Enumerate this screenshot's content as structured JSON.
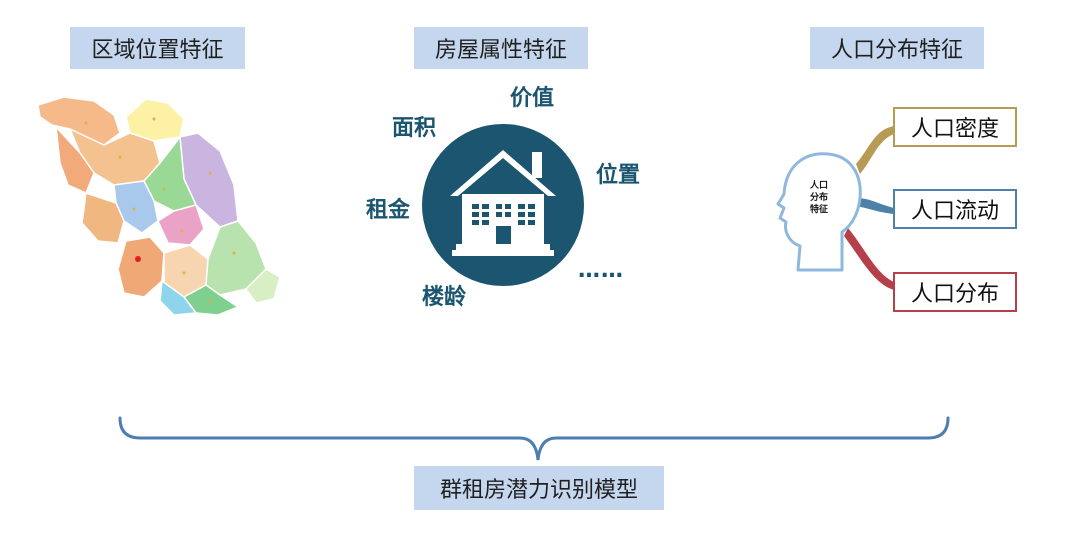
{
  "headers": {
    "region": "区域位置特征",
    "house": "房屋属性特征",
    "population": "人口分布特征"
  },
  "house_attributes": {
    "value": "价值",
    "area": "面积",
    "location": "位置",
    "rent": "租金",
    "age": "楼龄",
    "more": "……"
  },
  "population": {
    "head_label_lines": [
      "人口",
      "分布",
      "特征"
    ],
    "items": [
      "人口密度",
      "人口流动",
      "人口分布"
    ]
  },
  "model": "群租房潜力识别模型",
  "colors": {
    "header_bg": "#c5d7ee",
    "house_circle": "#1b556f",
    "density_border": "#b79a54",
    "flow_border": "#4d81a8",
    "dist_border": "#b5404a"
  }
}
